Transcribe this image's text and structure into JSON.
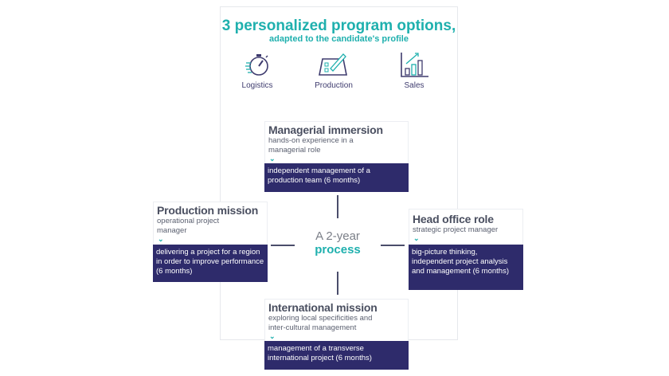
{
  "header": {
    "title": "3 personalized program options,",
    "subtitle": "adapted to the candidate's profile"
  },
  "options": [
    {
      "label": "Logistics",
      "icon": "stopwatch-icon"
    },
    {
      "label": "Production",
      "icon": "pen-checklist-icon"
    },
    {
      "label": "Sales",
      "icon": "bar-chart-icon"
    }
  ],
  "center": {
    "line1": "A 2-year",
    "line2": "process"
  },
  "cards": {
    "top": {
      "title": "Managerial immersion",
      "subtitle": "hands-on experience in a managerial role",
      "chevron": "⌄",
      "detail": "independent management of a production team (6 months)"
    },
    "left": {
      "title": "Production mission",
      "subtitle": "operational project manager",
      "chevron": "⌄",
      "detail": "delivering a project for a region in order to improve performance (6 months)"
    },
    "right": {
      "title": "Head office role",
      "subtitle": "strategic project manager",
      "chevron": "⌄",
      "detail": "big-picture thinking, independent project analysis and management (6 months)"
    },
    "bottom": {
      "title": "International mission",
      "subtitle": "exploring local specificities and inter-cultural management",
      "chevron": "⌄",
      "detail": "management of a transverse international project (6 months)"
    }
  },
  "colors": {
    "teal": "#1fb0ae",
    "navy": "#2e2b6b",
    "text": "#4a4f60"
  }
}
